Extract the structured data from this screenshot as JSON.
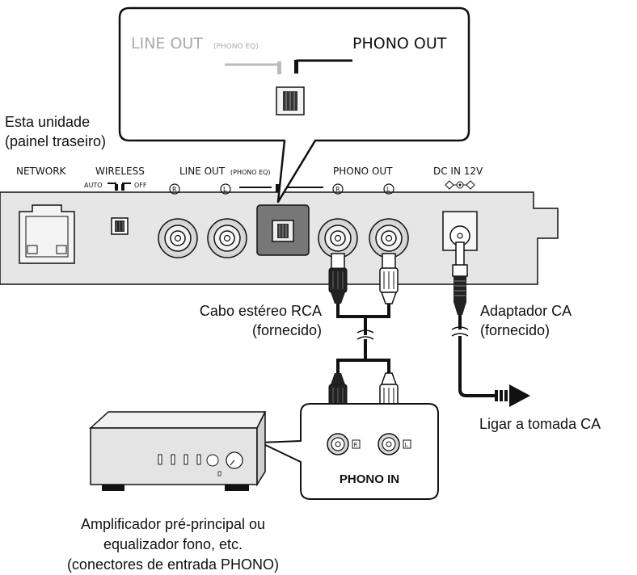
{
  "callout": {
    "line_out_label": "LINE OUT",
    "line_out_sub": "(PHONO EQ)",
    "phono_out_label": "PHONO OUT"
  },
  "unit": {
    "label_line1": "Esta unidade",
    "label_line2": "(painel traseiro)"
  },
  "panel": {
    "network_label": "NETWORK",
    "wireless_label": "WIRELESS",
    "wireless_auto": "AUTO",
    "wireless_off": "OFF",
    "line_out_label": "LINE OUT",
    "line_out_sub": "(PHONO EQ)",
    "phono_out_label": "PHONO OUT",
    "dc_in_label": "DC IN 12V",
    "r_mark": "R",
    "l_mark": "L"
  },
  "cable": {
    "label_line1": "Cabo estéreo RCA",
    "label_line2": "(fornecido)"
  },
  "adapter": {
    "label_line1": "Adaptador CA",
    "label_line2": "(fornecido)",
    "outlet_label": "Ligar a tomada CA"
  },
  "phono_in": {
    "label": "PHONO IN",
    "r_mark": "R",
    "l_mark": "L"
  },
  "amp": {
    "label_line1": "Amplificador pré-principal ou",
    "label_line2": "equalizador fono, etc.",
    "label_line3": "(conectores de entrada PHONO)"
  },
  "colors": {
    "panel_fill": "#e6e6e6",
    "stroke": "#111111",
    "highlight_switch": "#777777"
  }
}
